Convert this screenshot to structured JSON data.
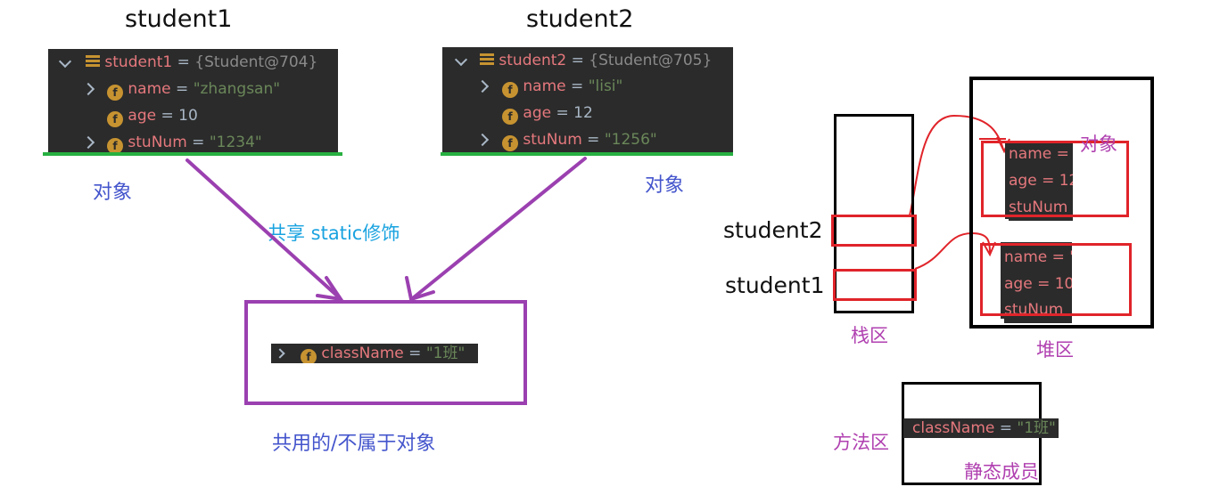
{
  "titles": {
    "student1": "student1",
    "student2": "student2"
  },
  "panel1": {
    "root": {
      "key": "student1",
      "eq": " = ",
      "value": "{Student@704}"
    },
    "fields": [
      {
        "key": "name",
        "eq": " = ",
        "value": "\"zhangsan\""
      },
      {
        "key": "age",
        "eq": " = ",
        "value": "10"
      },
      {
        "key": "stuNum",
        "eq": " = ",
        "value": "\"1234\""
      }
    ]
  },
  "panel2": {
    "root": {
      "key": "student2",
      "eq": " = ",
      "value": "{Student@705}"
    },
    "fields": [
      {
        "key": "name",
        "eq": " = ",
        "value": "\"lisi\""
      },
      {
        "key": "age",
        "eq": " = ",
        "value": "12"
      },
      {
        "key": "stuNum",
        "eq": " = ",
        "value": "\"1256\""
      }
    ]
  },
  "labels": {
    "object_left": "对象",
    "object_right": "对象",
    "shared": "共享  static修饰",
    "common": "共用的/不属于对象",
    "stack_area": "栈区",
    "heap_area": "堆区",
    "method_area": "方法区",
    "static_member": "静态成员",
    "heap_object": "对象",
    "stack_student2": "student2",
    "stack_student1": "student1"
  },
  "static_field": {
    "key": "className",
    "eq": " = ",
    "value": "\"1班\""
  },
  "heap_obj_top": {
    "k1": "name = ",
    "k2": "age = 12",
    "k3": "stuNum"
  },
  "heap_obj_bottom": {
    "k1": "name = \"",
    "k2": "age = 10",
    "k3": "stuNum"
  },
  "icon_letter": "f",
  "colors": {
    "purple": "#9b40b0",
    "red": "#e0242a",
    "green": "#27b040",
    "panel_bg": "#2b2b2b",
    "key": "#e5787d",
    "string": "#6a8759"
  }
}
